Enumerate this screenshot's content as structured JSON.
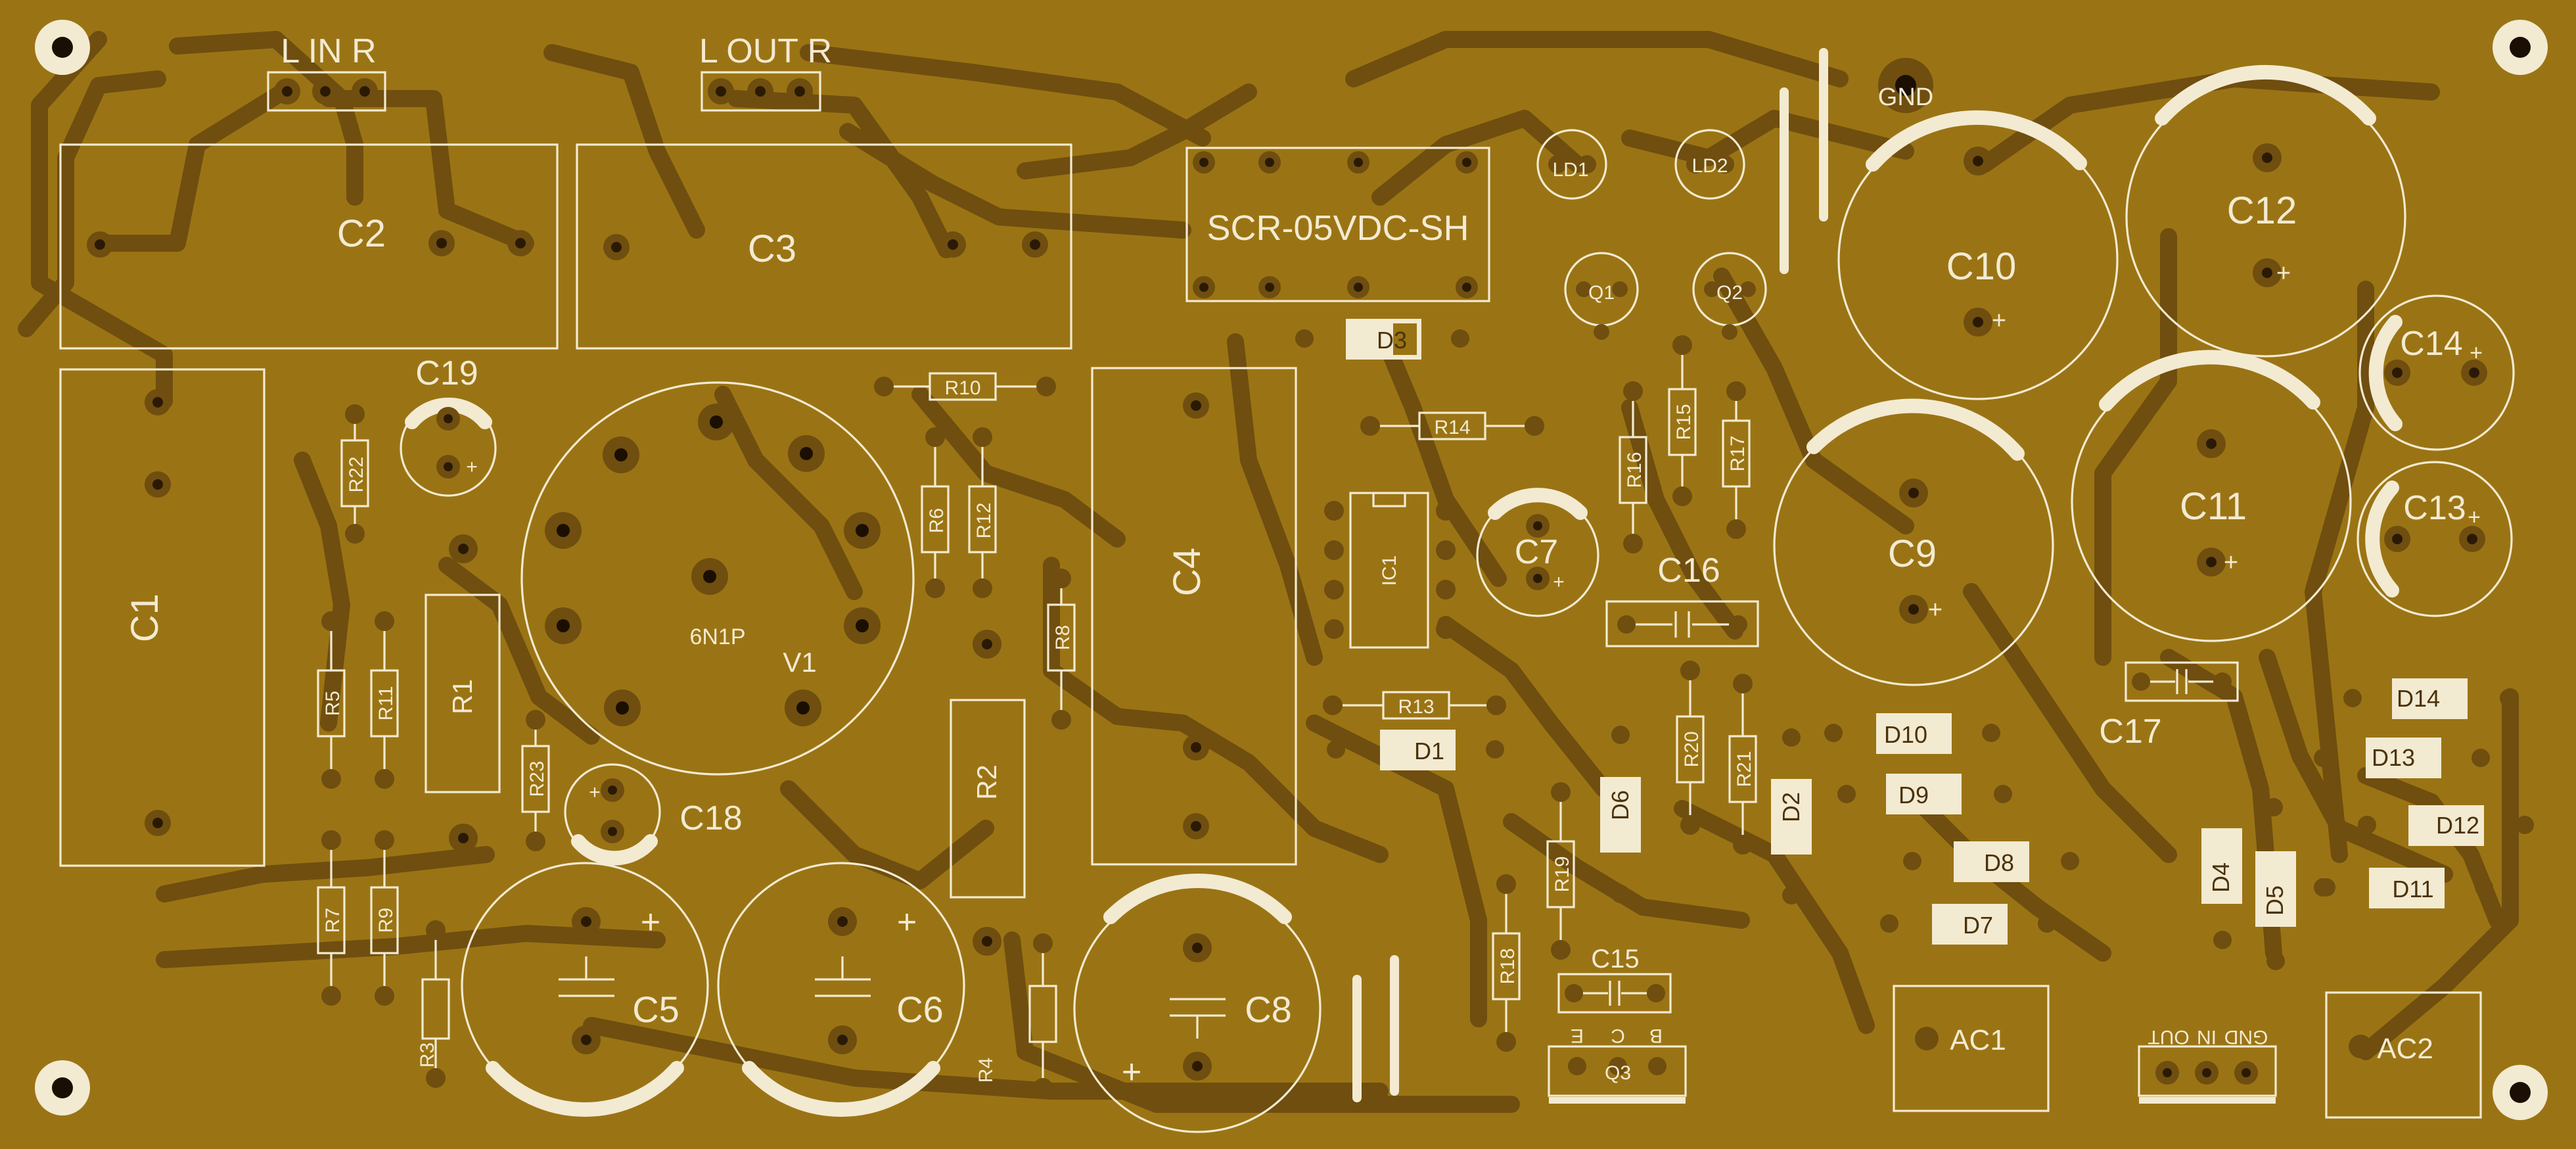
{
  "board": {
    "background_color": "#9a7414",
    "trace_color": "#6f4e0f",
    "silkscreen_color": "#f3ead2"
  },
  "connectors": {
    "input_label": "L IN R",
    "output_label": "L OUT R",
    "gnd_label": "GND",
    "ac1_label": "AC1",
    "ac2_label": "AC2",
    "regulator_pins": [
      "OUT",
      "IN",
      "GND"
    ],
    "q3_pins": [
      "E",
      "C",
      "B"
    ]
  },
  "components": {
    "capacitors": [
      "C1",
      "C2",
      "C3",
      "C4",
      "C5",
      "C6",
      "C7",
      "C8",
      "C9",
      "C10",
      "C11",
      "C12",
      "C13",
      "C14",
      "C15",
      "C16",
      "C17",
      "C18",
      "C19"
    ],
    "resistors": [
      "R1",
      "R2",
      "R3",
      "R4",
      "R5",
      "R6",
      "R7",
      "R8",
      "R9",
      "R10",
      "R11",
      "R12",
      "R13",
      "R14",
      "R15",
      "R16",
      "R17",
      "R18",
      "R19",
      "R20",
      "R21",
      "R22",
      "R23"
    ],
    "diodes": [
      "D1",
      "D2",
      "D3",
      "D4",
      "D5",
      "D6",
      "D7",
      "D8",
      "D9",
      "D10",
      "D11",
      "D12",
      "D13",
      "D14"
    ],
    "transistors": [
      "Q1",
      "Q2",
      "Q3"
    ],
    "leds": [
      "LD1",
      "LD2"
    ],
    "ic": "IC1",
    "relay": "SCR-05VDC-SH",
    "tube": {
      "designator": "V1",
      "type": "6N1P"
    },
    "plus_sign": "+"
  }
}
